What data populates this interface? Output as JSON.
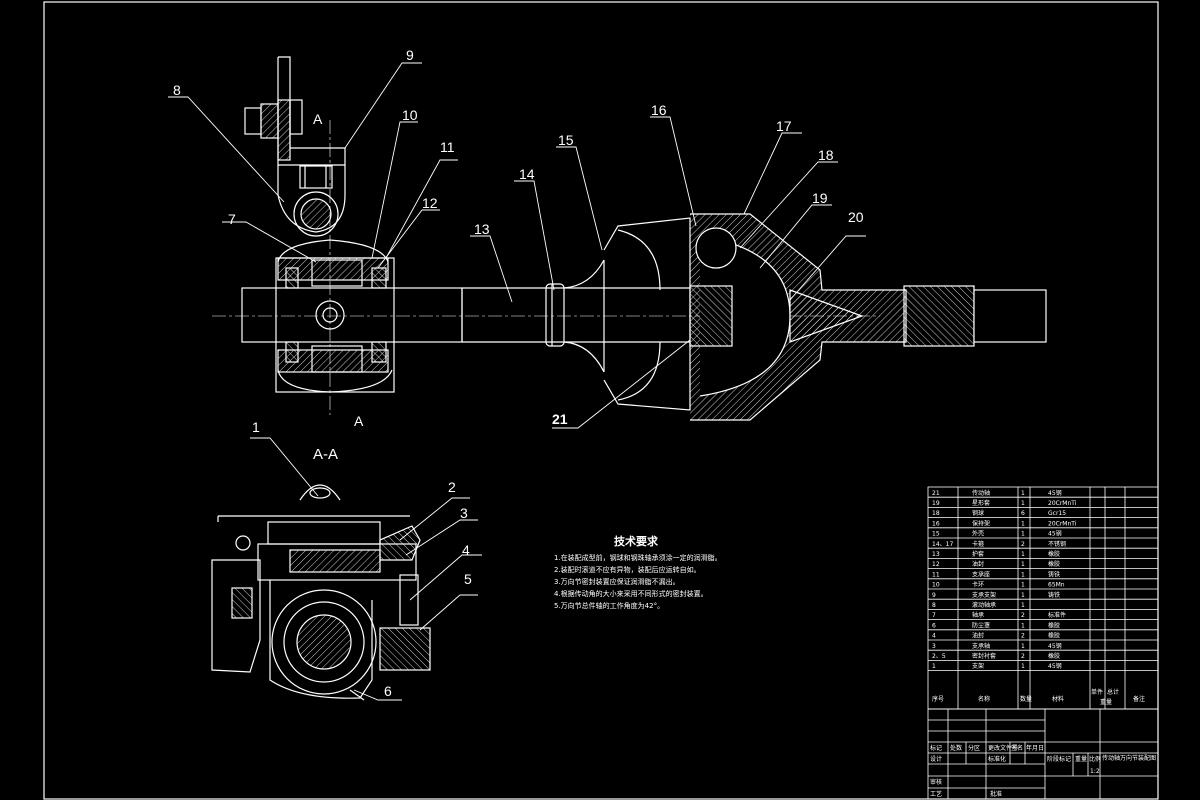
{
  "callouts": [
    "1",
    "2",
    "3",
    "4",
    "5",
    "6",
    "7",
    "8",
    "9",
    "10",
    "11",
    "12",
    "13",
    "14",
    "15",
    "16",
    "17",
    "18",
    "19",
    "20",
    "21"
  ],
  "section_marks": {
    "top": "A",
    "bottom": "A",
    "view_title": "A-A"
  },
  "technical_requirements": {
    "title": "技术要求",
    "items": [
      "1.在装配成型前，钢球和钢珠轴承须涂一定的润滑脂。",
      "2.装配时滚道不应有异物，装配后应运转自如。",
      "3.万向节密封装置应保证润滑脂不漏出。",
      "4.根据传动角的大小来采用不同形式的密封装置。",
      "5.万向节总件轴的工作角度为42°。"
    ]
  },
  "bom": {
    "rows": [
      {
        "no": "21",
        "name": "传动轴",
        "qty": "1",
        "material": "45钢"
      },
      {
        "no": "19",
        "name": "星形套",
        "qty": "1",
        "material": "20CrMnTi"
      },
      {
        "no": "18",
        "name": "钢球",
        "qty": "6",
        "material": "Gcr15"
      },
      {
        "no": "16",
        "name": "保持架",
        "qty": "1",
        "material": "20CrMnTi"
      },
      {
        "no": "15",
        "name": "外壳",
        "qty": "1",
        "material": "45钢"
      },
      {
        "no": "14、17",
        "name": "卡箍",
        "qty": "2",
        "material": "不锈钢"
      },
      {
        "no": "13",
        "name": "护套",
        "qty": "1",
        "material": "橡胶"
      },
      {
        "no": "12",
        "name": "油封",
        "qty": "1",
        "material": "橡胶"
      },
      {
        "no": "11",
        "name": "支承座",
        "qty": "1",
        "material": "铸铁"
      },
      {
        "no": "10",
        "name": "卡环",
        "qty": "1",
        "material": "65Mn"
      },
      {
        "no": "9",
        "name": "支承支架",
        "qty": "1",
        "material": "铸铁"
      },
      {
        "no": "8",
        "name": "滚动轴承",
        "qty": "1",
        "material": ""
      },
      {
        "no": "7",
        "name": "轴承",
        "qty": "2",
        "material": "标准件"
      },
      {
        "no": "6",
        "name": "防尘罩",
        "qty": "1",
        "material": "橡胶"
      },
      {
        "no": "4",
        "name": "油封",
        "qty": "2",
        "material": "橡胶"
      },
      {
        "no": "3",
        "name": "支承轴",
        "qty": "1",
        "material": "45钢"
      },
      {
        "no": "2、5",
        "name": "密封衬套",
        "qty": "2",
        "material": "橡胶"
      },
      {
        "no": "1",
        "name": "支架",
        "qty": "1",
        "material": "45钢"
      }
    ],
    "header": {
      "no": "序号",
      "name": "名称",
      "qty": "数量",
      "material": "材料",
      "unit": "单件",
      "total": "总计",
      "weight": "重量",
      "remark": "备注"
    }
  },
  "title_block": {
    "drawing_title": "传动轴万向节装配图",
    "row_labels": [
      "标记",
      "处数",
      "分区",
      "更改文件号",
      "签名",
      "年月日"
    ],
    "labels2": [
      "设计",
      "标准化",
      "阶段标记",
      "重量",
      "比例"
    ],
    "labels3": [
      "审核",
      "工艺",
      "批准"
    ],
    "scale": "1:2"
  }
}
